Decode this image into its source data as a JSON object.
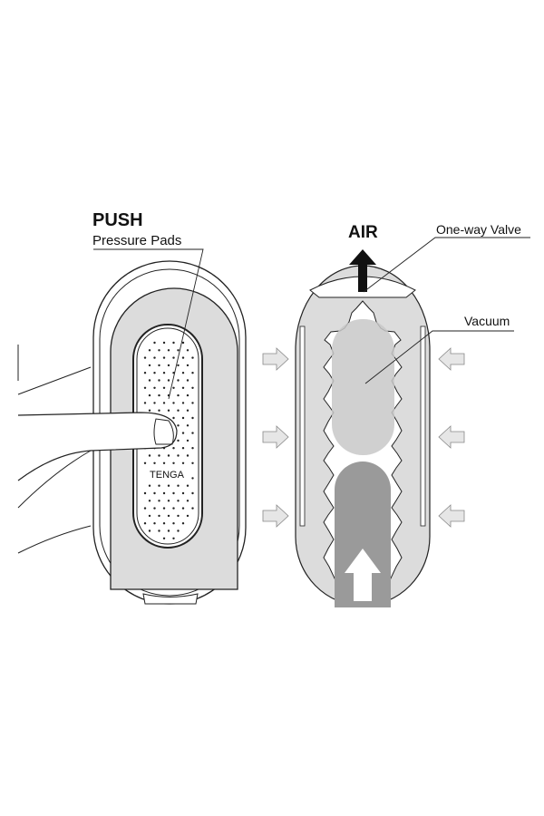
{
  "left_figure": {
    "heading": "PUSH",
    "label": "Pressure Pads",
    "brand": "TENGA"
  },
  "right_figure": {
    "air_label": "AIR",
    "valve_label": "One-way Valve",
    "vacuum_label": "Vacuum"
  },
  "colors": {
    "body_gray": "#dcdcdc",
    "vacuum_gray": "#c8c8c8",
    "dark_gray": "#9a9a9a",
    "arrow_gray": "#e6e6e6",
    "line": "#222222"
  }
}
